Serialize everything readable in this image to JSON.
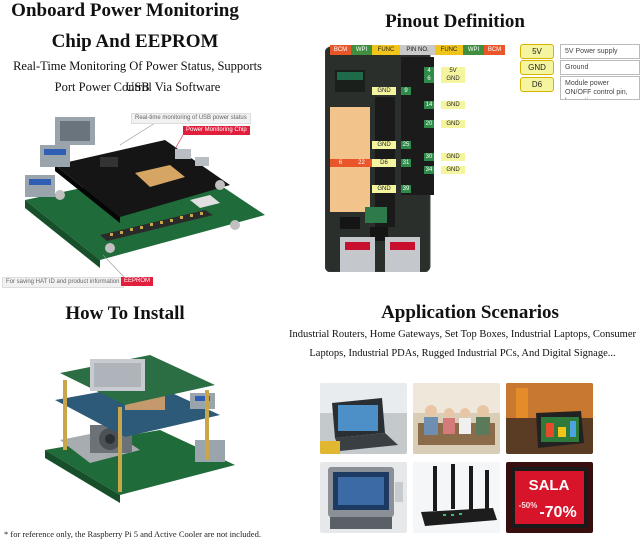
{
  "sections": {
    "onboard": {
      "title_line1": "Onboard Power Monitoring",
      "title_line2": "Chip And EEPROM",
      "desc_line1": "Real-Time Monitoring Of Power Status, Supports USB",
      "desc_line2": "Port Power Control Via Software",
      "callout_monitor": "Real-time monitoring of USB power status",
      "callout_chip": "Power Monitoring Chip",
      "callout_hat": "For saving HAT ID and product information",
      "callout_eeprom": "EEPROM"
    },
    "pinout": {
      "title": "Pinout Definition",
      "headers": [
        "BCM",
        "WPI",
        "FUNC",
        "PIN NO.",
        "FUNC",
        "WPI",
        "BCM"
      ],
      "pins": [
        {
          "num": "4",
          "func": "5V"
        },
        {
          "num": "6",
          "func": "GND"
        },
        {
          "num": "9",
          "func": "GND",
          "left": true
        },
        {
          "num": "14",
          "func": "GND"
        },
        {
          "num": "20",
          "func": "GND"
        },
        {
          "num": "25",
          "func": "GND",
          "left": true
        },
        {
          "num": "30",
          "func": "GND"
        },
        {
          "num": "31",
          "func": "D6",
          "left": true,
          "bcm": "6",
          "wpi": "22"
        },
        {
          "num": "34",
          "func": "GND"
        },
        {
          "num": "39",
          "func": "GND",
          "left": true
        }
      ],
      "legend": [
        {
          "key": "5V",
          "desc": "5V Power supply"
        },
        {
          "key": "GND",
          "desc": "Ground"
        },
        {
          "key": "D6",
          "desc": "Module power ON/OFF control pin, low active"
        }
      ]
    },
    "install": {
      "title": "How To Install",
      "footnote": "* for reference only, the Raspberry Pi 5 and Active Cooler are not included."
    },
    "scenarios": {
      "title": "Application Scenarios",
      "desc_line1": "Industrial Routers, Home Gateways, Set Top Boxes, Industrial Laptops, Consumer",
      "desc_line2": "Laptops, Industrial PDAs, Rugged Industrial PCs, And Digital Signage...",
      "sale_text": "SALA",
      "sale_pct1": "-50%",
      "sale_pct2": "-70%"
    }
  },
  "colors": {
    "bcm": "#e8562a",
    "wpi": "#3f8f3f",
    "func": "#f0c419",
    "pin": "#c9c9c9",
    "gnd_label": "#f5f5a0",
    "eeprom_red": "#e01f3d"
  }
}
